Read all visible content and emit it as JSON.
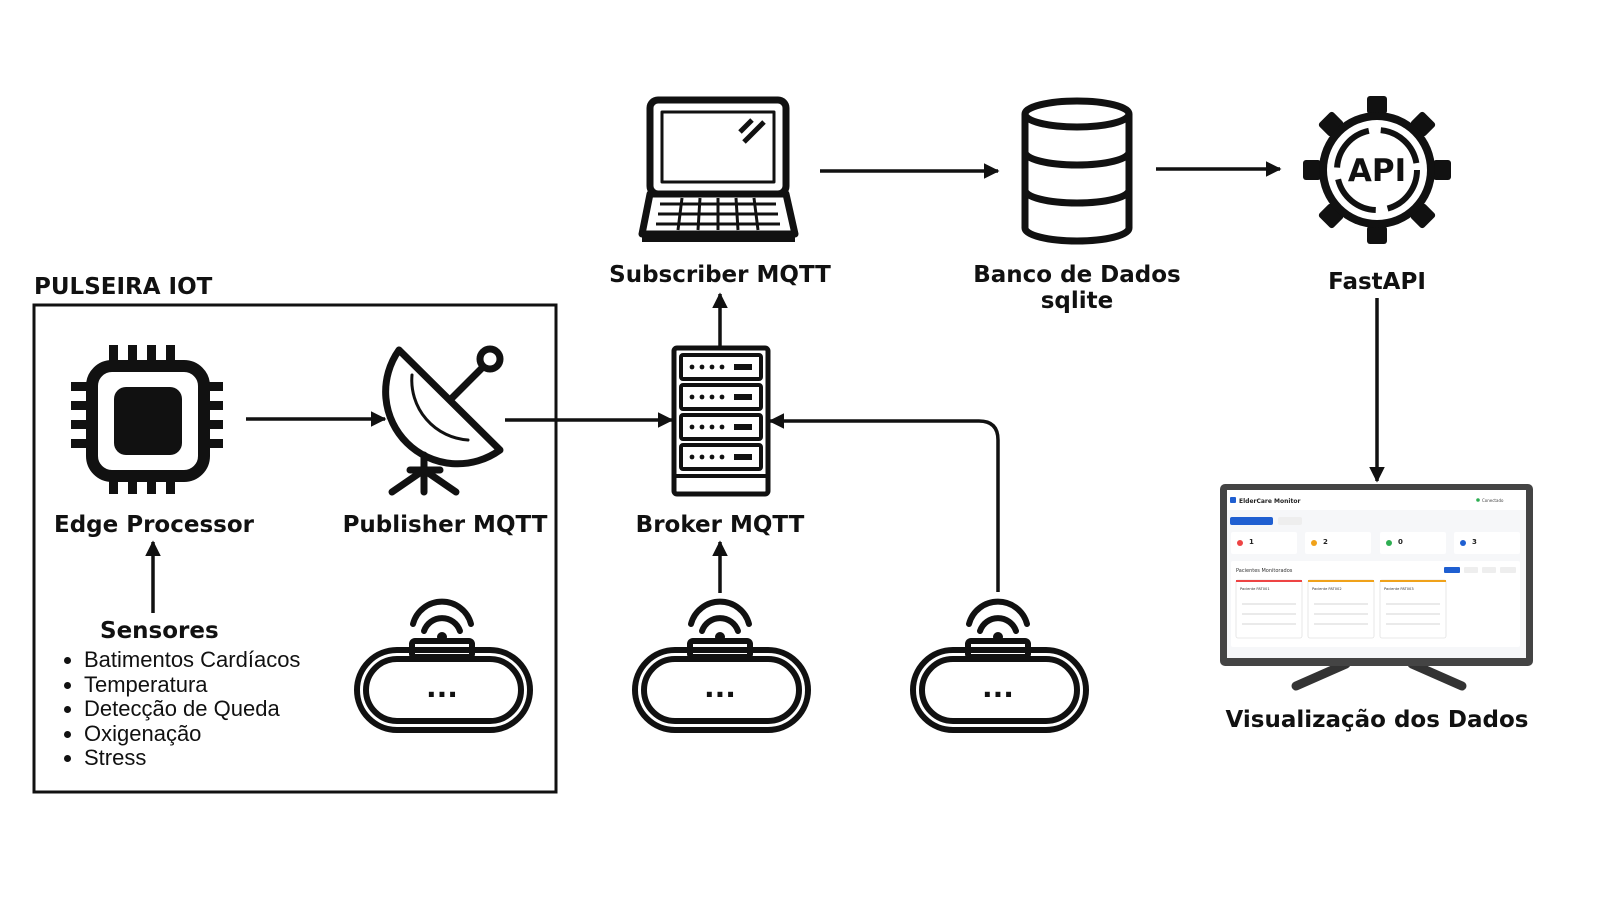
{
  "group": {
    "title": "PULSEIRA IOT"
  },
  "nodes": {
    "edge_processor": "Edge Processor",
    "publisher": "Publisher MQTT",
    "broker": "Broker MQTT",
    "subscriber": "Subscriber MQTT",
    "database_line1": "Banco de Dados",
    "database_line2": "sqlite",
    "api": "FastAPI",
    "api_icon_text": "API",
    "visualization": "Visualização dos Dados",
    "device_dots": "..."
  },
  "sensors": {
    "title": "Sensores",
    "items": [
      "Batimentos Cardíacos",
      "Temperatura",
      "Detecção de Queda",
      "Oxigenação",
      "Stress"
    ]
  },
  "dashboard": {
    "app_title": "ElderCare Monitor",
    "status": "Conectado",
    "section_title": "Pacientes Monitorados",
    "stats": [
      "1",
      "2",
      "0",
      "3"
    ],
    "patients": [
      "Paciente PAT001",
      "Paciente PAT002",
      "Paciente PAT003"
    ]
  },
  "colors": {
    "stroke": "#111111",
    "accent": "#1f5fd1"
  }
}
